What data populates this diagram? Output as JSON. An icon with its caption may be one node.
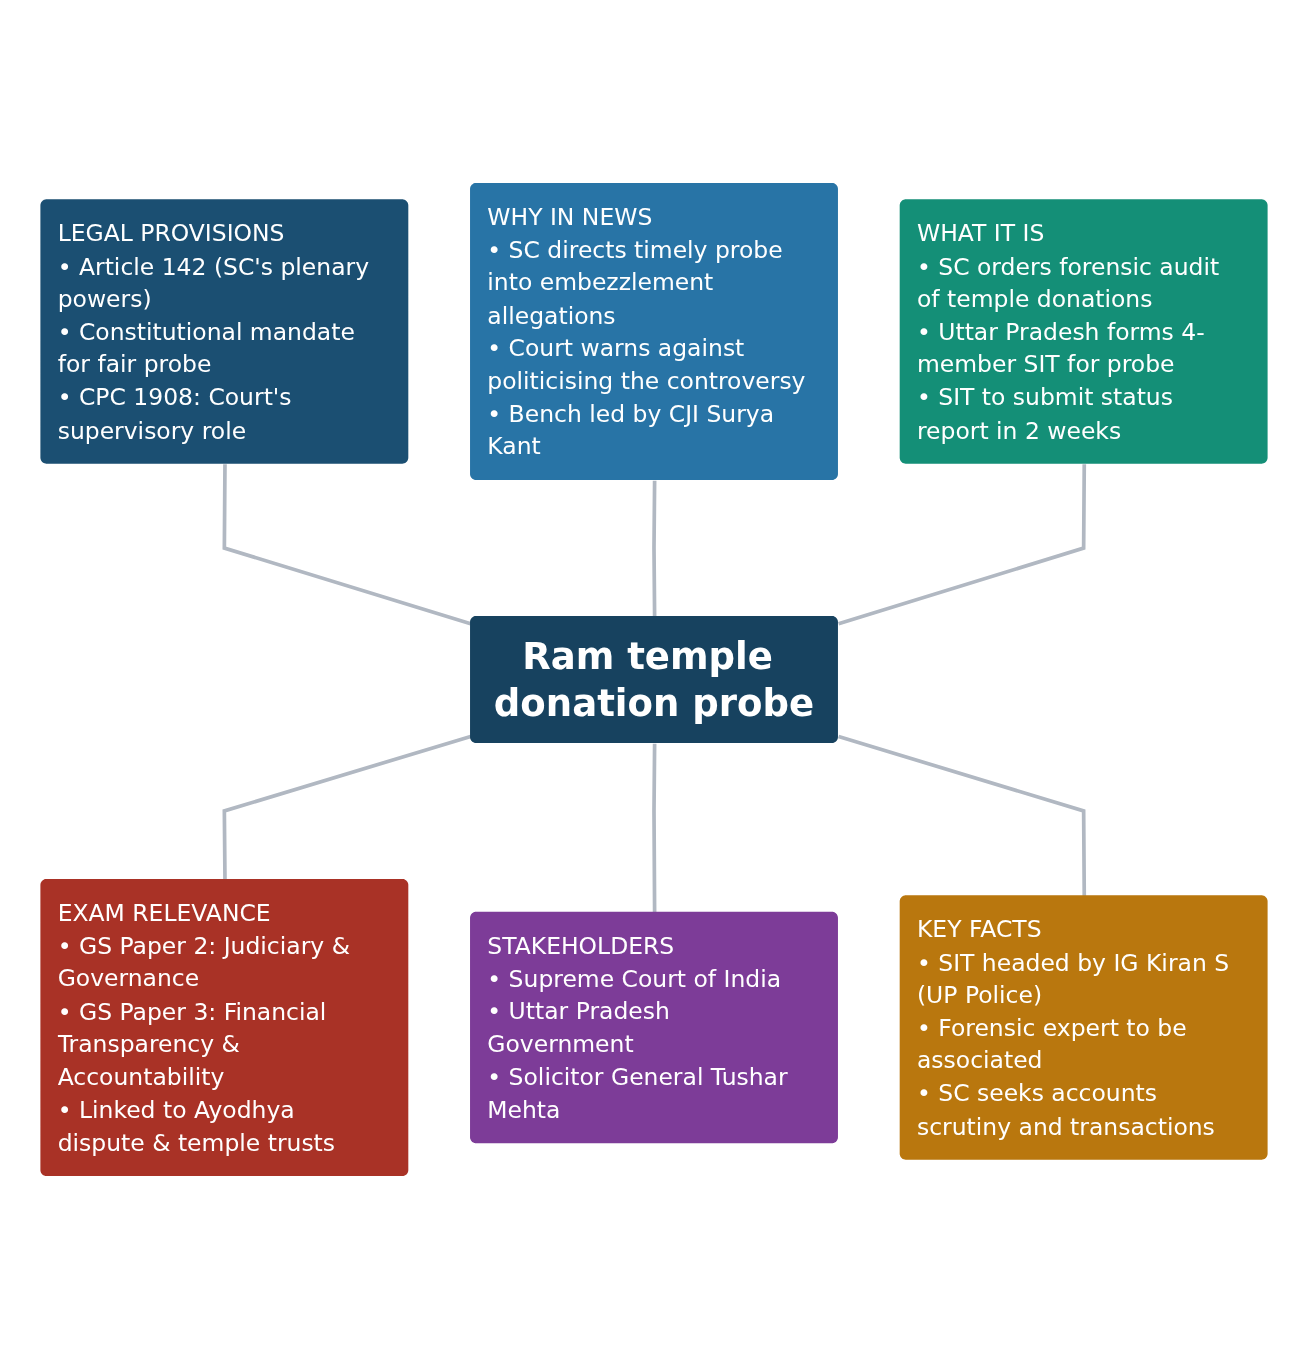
{
  "diagram": {
    "nodes": [
      {
        "text": [
          "Ram temple donation probe"
        ]
      },
      {
        "text": [
          "WHY IN NEWS",
          "• SC directs timely probe into embezzlement allegations",
          "• Court warns against politicising the controversy",
          "• Bench led by CJI Surya Kant"
        ]
      },
      {
        "text": [
          "WHAT IT IS",
          "• SC orders forensic audit of temple donations",
          "• Uttar Pradesh forms 4-member SIT for probe",
          "• SIT to submit status report in 2 weeks"
        ]
      },
      {
        "text": [
          "KEY FACTS",
          "• SIT headed by IG Kiran S (UP Police)",
          "• Forensic expert to be associated",
          "• SC seeks accounts scrutiny and transactions"
        ]
      },
      {
        "text": [
          "STAKEHOLDERS",
          "• Supreme Court of India",
          "• Uttar Pradesh Government",
          "• Solicitor General Tushar Mehta"
        ]
      },
      {
        "text": [
          "EXAM RELEVANCE",
          "• GS Paper 2: Judiciary & Governance",
          "• GS Paper 3: Financial Transparency & Accountability",
          "• Linked to Ayodhya dispute & temple trusts"
        ]
      },
      {
        "text": [
          "LEGAL PROVISIONS",
          "• Article 142 (SC's plenary powers)",
          "• Constitutional mandate for fair probe",
          "• CPC 1908: Court's supervisory role"
        ]
      }
    ],
    "edges": [
      {
        "from": 6,
        "to": 0,
        "arrow": "none"
      },
      {
        "from": 1,
        "to": 0,
        "arrow": "none"
      },
      {
        "from": 2,
        "to": 0,
        "arrow": "none"
      },
      {
        "from": 0,
        "to": 5,
        "arrow": "none"
      },
      {
        "from": 0,
        "to": 4,
        "arrow": "none"
      },
      {
        "from": 0,
        "to": 3,
        "arrow": "none"
      }
    ]
  }
}
